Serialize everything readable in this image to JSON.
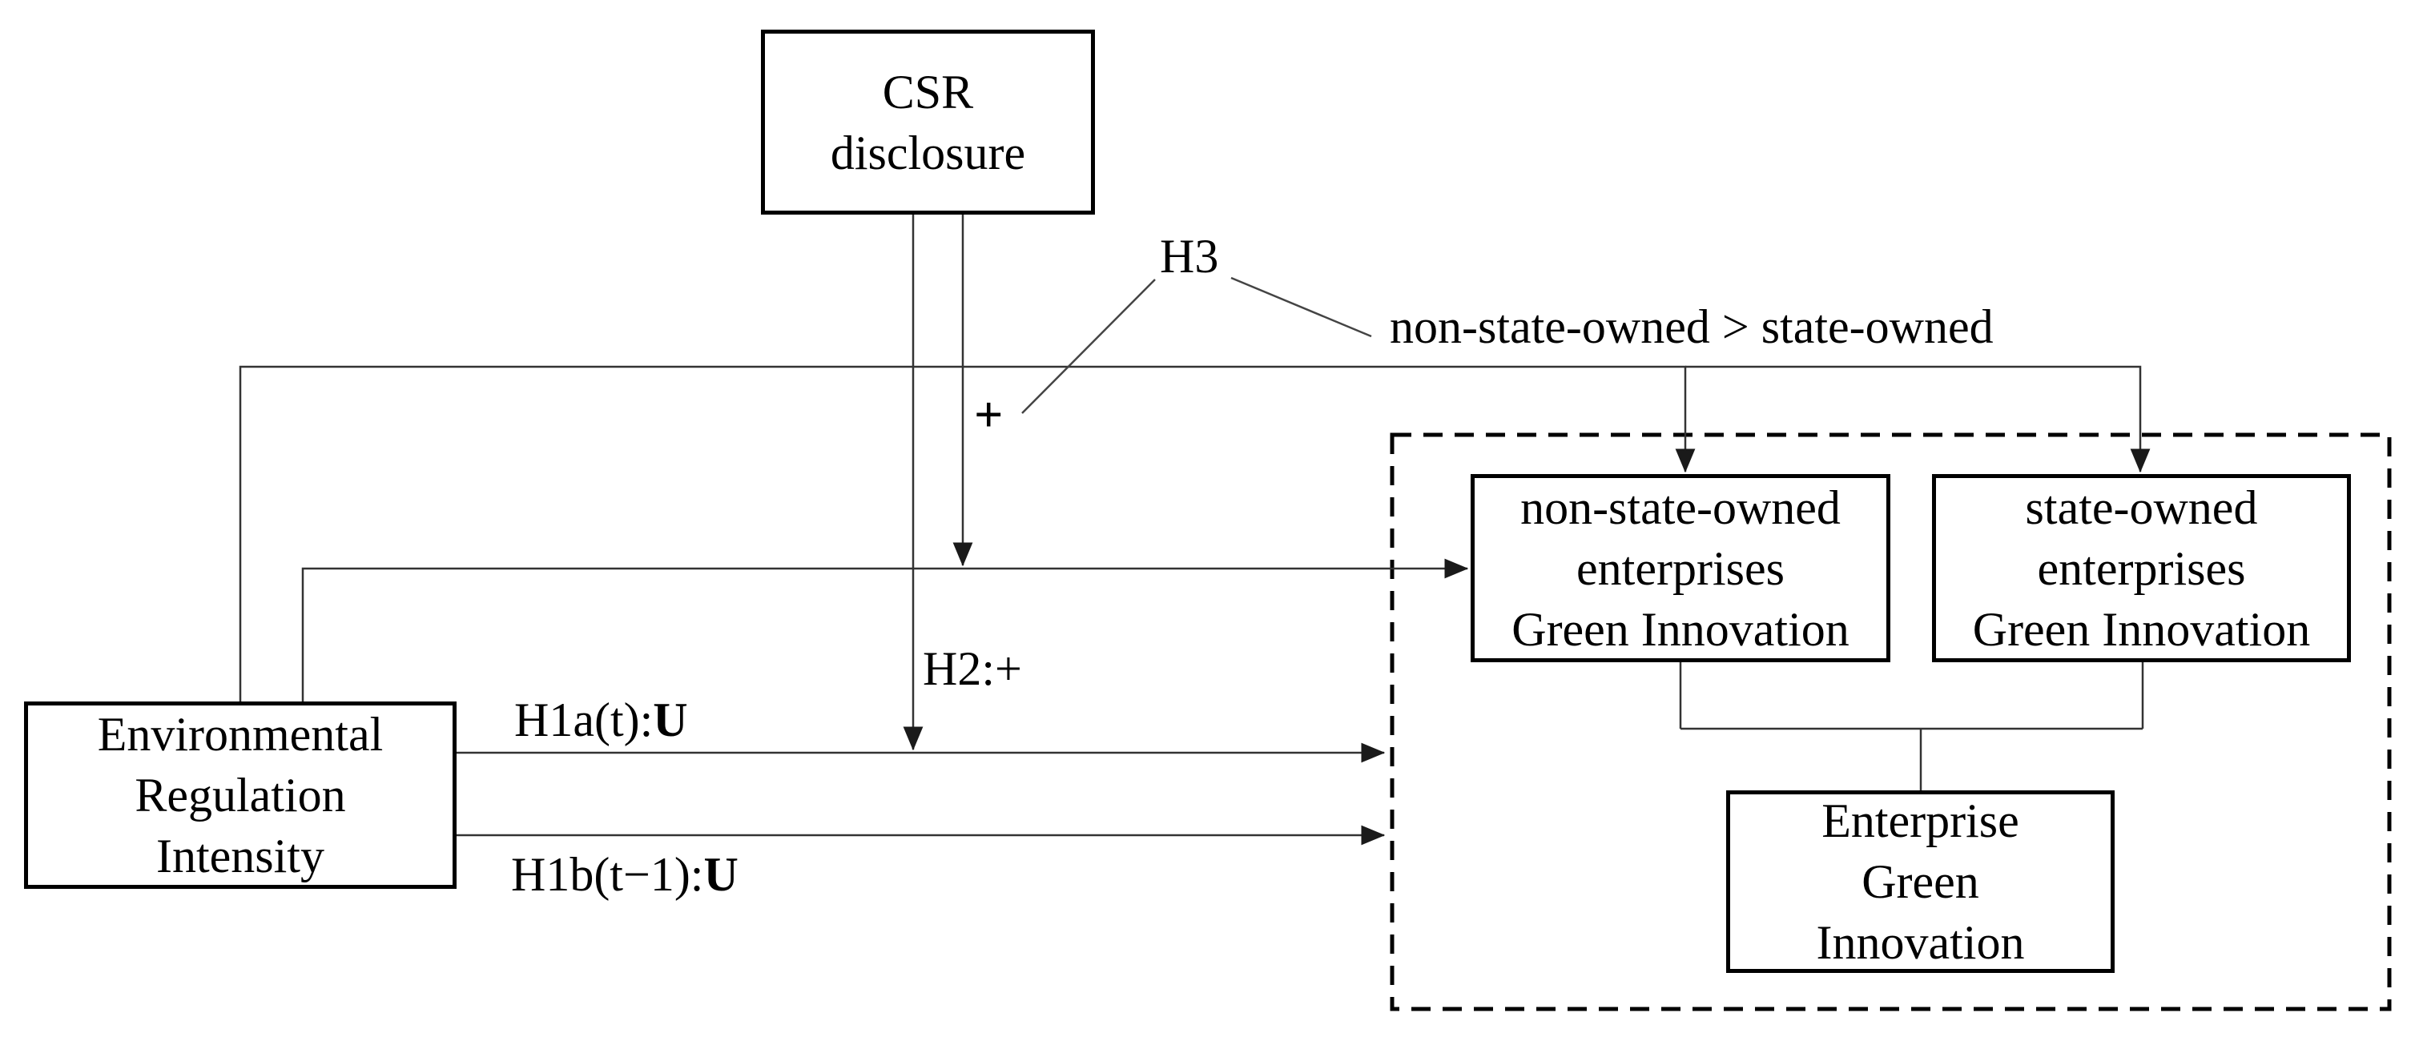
{
  "figure": {
    "nodes": {
      "csr": {
        "lines": [
          "CSR",
          "disclosure"
        ]
      },
      "env": {
        "lines": [
          "Environmental",
          "Regulation",
          "Intensity"
        ]
      },
      "nonstate": {
        "lines": [
          "non-state-owned",
          "enterprises",
          "Green Innovation"
        ]
      },
      "state": {
        "lines": [
          "state-owned",
          "enterprises",
          "Green Innovation"
        ]
      },
      "enterprise": {
        "lines": [
          "Enterprise",
          "Green",
          "Innovation"
        ]
      }
    },
    "annotations": {
      "h3": "H3",
      "plus": "+",
      "ownership_comparison": "non-state-owned > state-owned",
      "h2": "H2:+",
      "h1a_prefix": "H1a(t):",
      "h1a_u": "U",
      "h1b_prefix": "H1b(t−1):",
      "h1b_u": "U"
    },
    "colors": {
      "background": "#ffffff",
      "box_border": "#000000",
      "connector": "#333333",
      "text": "#000000"
    }
  }
}
